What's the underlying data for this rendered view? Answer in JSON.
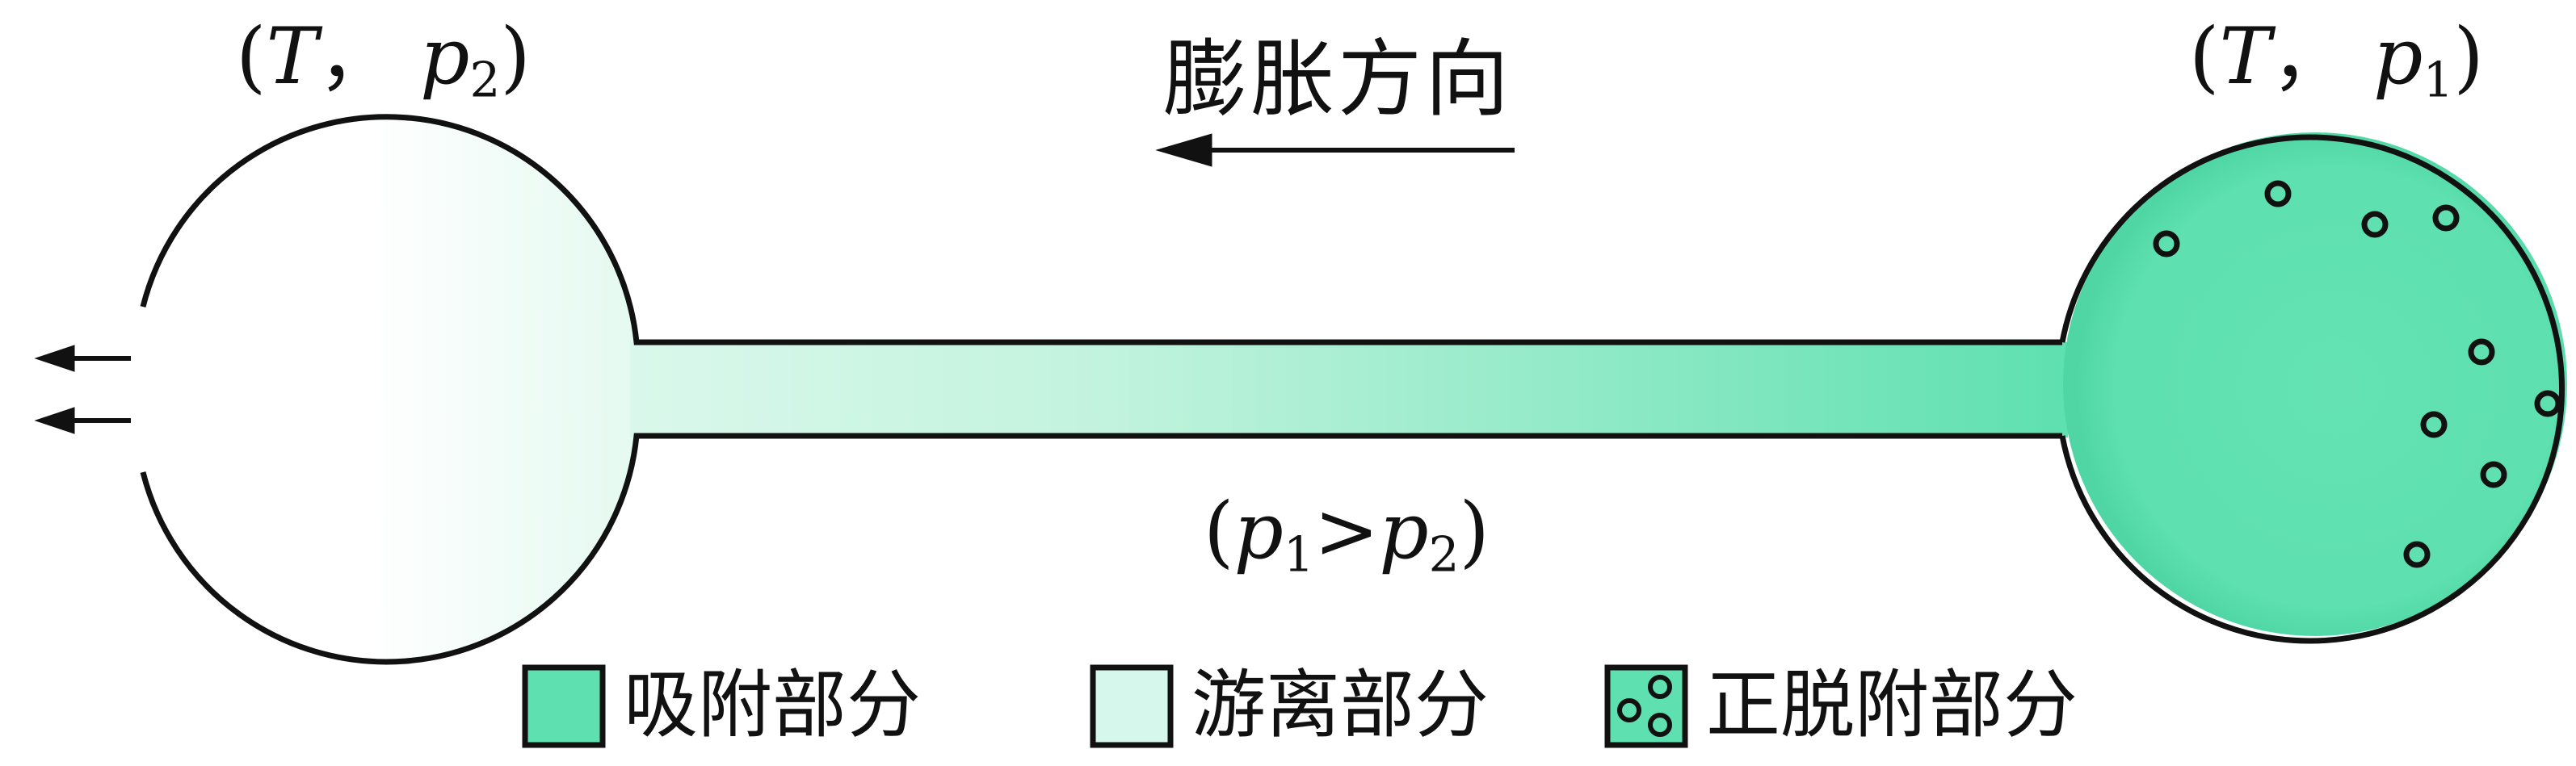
{
  "labels": {
    "left_state": {
      "open": "(",
      "T": "T",
      "sep": "，",
      "p": "p",
      "sub": "2",
      "close": ")"
    },
    "right_state": {
      "open": "(",
      "T": "T",
      "sep": "，",
      "p": "p",
      "sub": "1",
      "close": ")"
    },
    "direction": "膨胀方向",
    "relation": {
      "open": "(",
      "p1": "p",
      "sub1": "1",
      "gt": ">",
      "p2": "p",
      "sub2": "2",
      "close": ")"
    }
  },
  "legend": [
    {
      "label": "吸附部分",
      "color": "#5ee0b0"
    },
    {
      "label": "游离部分",
      "color": "#d6f8ec"
    },
    {
      "label": "正脱附部分",
      "color": "#5ee0b0"
    }
  ],
  "colors": {
    "adsorbed": "#5ee0b0",
    "free": "#d6f8ec",
    "outline": "#111111"
  }
}
